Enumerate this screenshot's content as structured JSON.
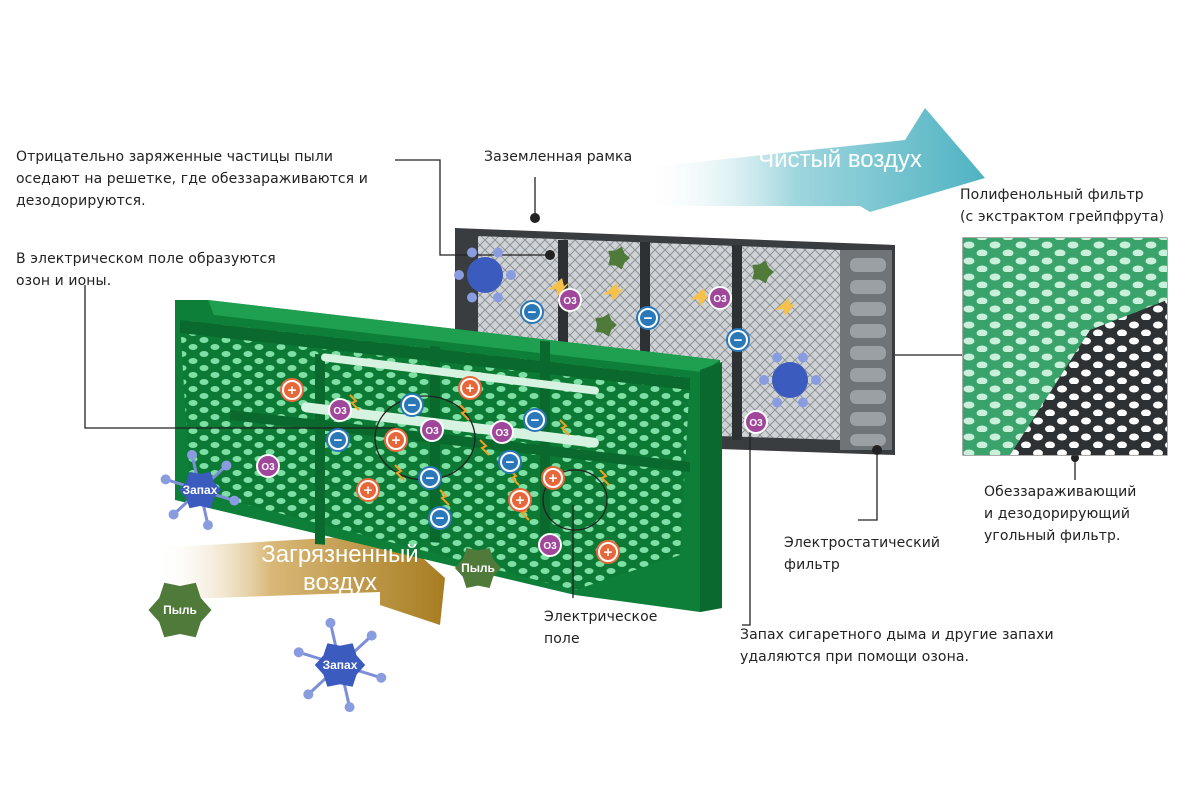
{
  "labels": {
    "negative_particles": "Отрицательно заряженные частицы пыли\nоседают на решетке, где обеззараживаются и\nдезодорируются.",
    "electric_field_ozone": "В электрическом поле образуются\nозон и ионы.",
    "grounded_frame": "Заземленная рамка",
    "polyphenol_filter": "Полифенольный фильтр\n(с экстрактом грейпфрута)",
    "carbon_filter": "Обеззараживающий\nи дезодорирующий\nугольный фильтр.",
    "electrostatic_filter": "Электростатический\nфильтр",
    "electric_field": "Электрическое\nполе",
    "ozone_removal": "Запах сигаретного дыма и другие запахи\nудаляются при помощи озона."
  },
  "arrows": {
    "clean_air": "Чистый воздух",
    "dirty_air": "Загрязненный\nвоздух"
  },
  "blobs": {
    "smell_1": "Запах",
    "smell_2": "Запах",
    "dust_1": "Пыль",
    "dust_2": "Пыль"
  },
  "symbols": {
    "ozone": "O3",
    "plus": "+",
    "minus": "−"
  },
  "colors": {
    "filter_green": "#0f8a3c",
    "mesh_green": "#5fc58a",
    "clean_air_arrow": "#55b8c6",
    "dirty_air_arrow": "#b58a2a",
    "ozone_purple": "#a0479b",
    "plus_orange": "#e8673a",
    "minus_blue": "#2a78b8",
    "dust_green": "#4f7a3a",
    "smell_blue": "#3b5bbf",
    "spark": "#f2a020"
  }
}
